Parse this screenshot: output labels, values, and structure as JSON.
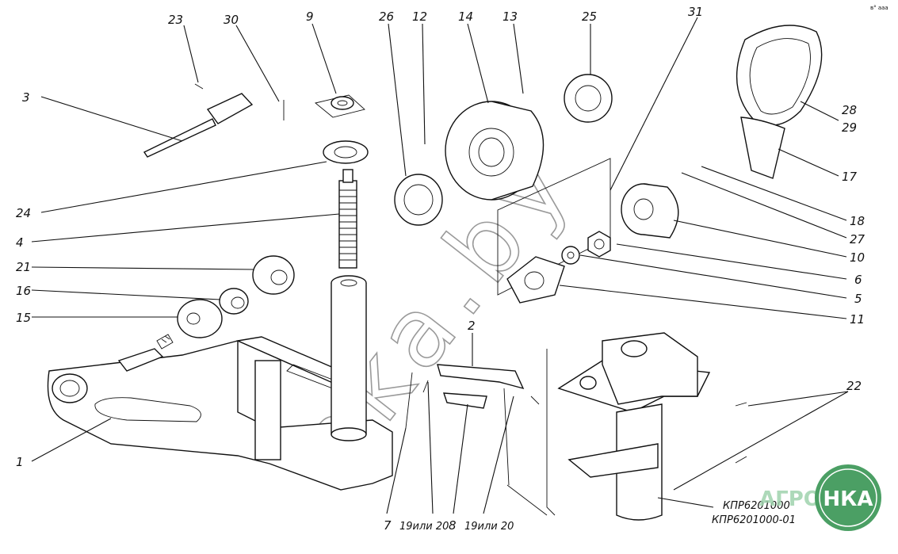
{
  "corner_mark": "в° ааа",
  "watermark": "nka.by",
  "logo": {
    "left_text": "АГРО",
    "right_text": "НКА",
    "color": "#2c8f4a"
  },
  "drawing_codes": [
    "КПР6201000",
    "КПР6201000-01"
  ],
  "callouts": [
    {
      "id": "c23",
      "label": "23"
    },
    {
      "id": "c30",
      "label": "30"
    },
    {
      "id": "c9",
      "label": "9"
    },
    {
      "id": "c26",
      "label": "26"
    },
    {
      "id": "c12",
      "label": "12"
    },
    {
      "id": "c14",
      "label": "14"
    },
    {
      "id": "c13",
      "label": "13"
    },
    {
      "id": "c25",
      "label": "25"
    },
    {
      "id": "c31",
      "label": "31"
    },
    {
      "id": "c3",
      "label": "3"
    },
    {
      "id": "c24",
      "label": "24"
    },
    {
      "id": "c4",
      "label": "4"
    },
    {
      "id": "c21",
      "label": "21"
    },
    {
      "id": "c16",
      "label": "16"
    },
    {
      "id": "c15",
      "label": "15"
    },
    {
      "id": "c28",
      "label": "28"
    },
    {
      "id": "c29",
      "label": "29"
    },
    {
      "id": "c17",
      "label": "17"
    },
    {
      "id": "c18",
      "label": "18"
    },
    {
      "id": "c27",
      "label": "27"
    },
    {
      "id": "c10",
      "label": "10"
    },
    {
      "id": "c6",
      "label": "6"
    },
    {
      "id": "c5",
      "label": "5"
    },
    {
      "id": "c11",
      "label": "11"
    },
    {
      "id": "c2",
      "label": "2"
    },
    {
      "id": "c22",
      "label": "22"
    },
    {
      "id": "c1",
      "label": "1"
    },
    {
      "id": "c7",
      "label": "7"
    },
    {
      "id": "c19a",
      "label": "19или 20"
    },
    {
      "id": "c8",
      "label": "8"
    },
    {
      "id": "c19b",
      "label": "19или 20"
    }
  ]
}
